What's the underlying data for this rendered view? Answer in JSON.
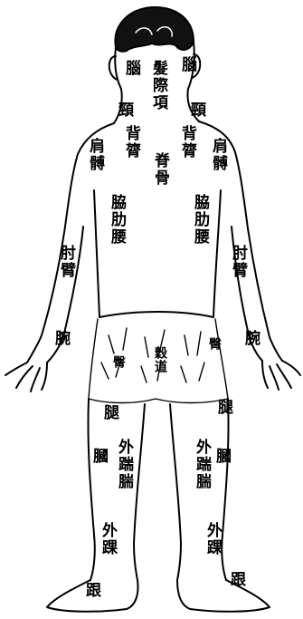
{
  "labels": {
    "head_left": "腦",
    "head_center": "髮際項",
    "head_right": "腦",
    "neck_left": "頸",
    "neck_right": "頸",
    "back_left": "背膂",
    "spine": "脊骨",
    "back_right": "背膂",
    "shoulder_left": "肩髆",
    "shoulder_right": "肩髆",
    "flank_left": "脇肋腰",
    "flank_right": "脇肋腰",
    "arm_left": "肘臂",
    "arm_right": "肘臂",
    "wrist_left": "腕",
    "wrist_right": "腕",
    "buttock_left": "臀",
    "buttock_center": "穀道",
    "buttock_right": "臀",
    "thigh_left": "腿",
    "thigh_right": "腿",
    "knee_back_left": "膕",
    "knee_back_right": "膕",
    "calf_left": "外踹腨",
    "calf_right": "外踹腨",
    "ankle_left": "外踝",
    "ankle_right": "外踝",
    "heel_left": "跟",
    "heel_right": "跟"
  }
}
